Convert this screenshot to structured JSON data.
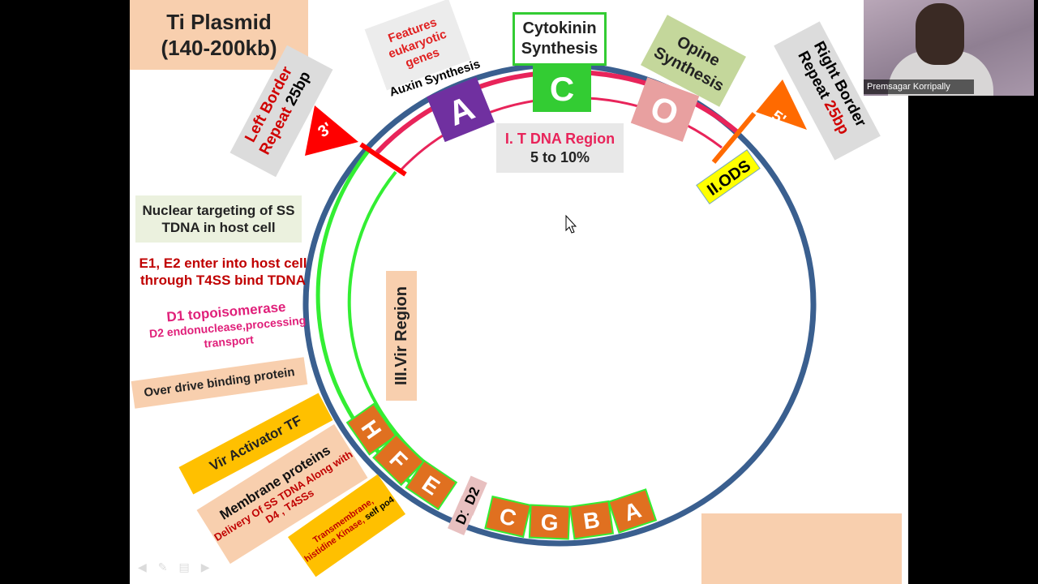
{
  "slide": {
    "title_line1": "Ti Plasmid",
    "title_line2": "(140-200kb)",
    "tdna_region_title": "I. T DNA Region",
    "tdna_region_percent": "5 to 10%",
    "left_border_a": "Left Border",
    "left_border_b": "Repeat",
    "left_border_bp": "25bp",
    "right_border_a": "Right Border",
    "right_border_b": "Repeat",
    "right_border_bp": "25bp",
    "flag_left": "3'",
    "flag_right": "5'",
    "features_eukaryotic": "Features eukaryotic genes",
    "auxin_synthesis": "Auxin Synthesis",
    "cytokinin_line1": "Cytokinin",
    "cytokinin_line2": "Synthesis",
    "opine_line1": "Opine",
    "opine_line2": "Synthesis",
    "ods": "II.ODS",
    "vir_region": "III.Vir Region",
    "nuclear_targeting": "Nuclear targeting of SS TDNA in host cell",
    "e1e2_line1": "E1, E2 enter into host cell",
    "e1e2_line2": "through T4SS bind TDNA",
    "d1_text": "D1 topoisomerase",
    "d2_text": "D2 endonuclease,processing transport",
    "overdrive": "Over drive binding protein",
    "vir_activator": "Vir Activator TF",
    "membrane_title": "Membrane proteins",
    "membrane_detail": "Delivery Of SS TDNA Along with D4 , T4SSs",
    "transmembrane_red": "Transmembrane, histidine Kinase,",
    "transmembrane_black": "self po4"
  },
  "tdna_genes": [
    {
      "label": "A",
      "color": "#7030a0"
    },
    {
      "label": "C",
      "color": "#33cc33"
    },
    {
      "label": "O",
      "color": "#e8a0a0"
    }
  ],
  "vir_genes": [
    "H",
    "F",
    "E",
    "D1",
    "D2",
    "C",
    "G",
    "B",
    "A"
  ],
  "colors": {
    "backbone": "#3a5f8f",
    "tdna_arc": "#e8245a",
    "vir_outline": "#33ee33",
    "vir_gene": "#e07020",
    "flag_left": "#ff0000",
    "flag_right": "#ff6a00",
    "ods_fill": "#ffff00",
    "peach_box": "#f8cfae"
  },
  "webcam": {
    "name": "Premsagar Korripally"
  }
}
